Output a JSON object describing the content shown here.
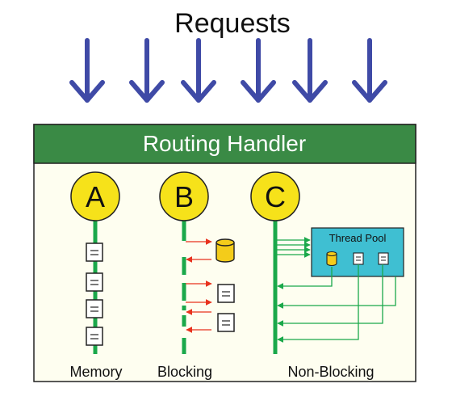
{
  "title": "Requests",
  "handler": {
    "label": "Routing Handler"
  },
  "columns": [
    {
      "letter": "A",
      "caption": "Memory"
    },
    {
      "letter": "B",
      "caption": "Blocking"
    },
    {
      "letter": "C",
      "caption": "Non-Blocking"
    }
  ],
  "thread_pool": {
    "label": "Thread Pool"
  },
  "colors": {
    "arrow": "#3f4aa6",
    "header": "#3a8a45",
    "panel": "#fefef0",
    "circle": "#f6e21a",
    "thread_line": "#1aa84a",
    "pool": "#3fbfd2",
    "db": "#f4cc1a",
    "request_arrow": "#e8321e"
  }
}
